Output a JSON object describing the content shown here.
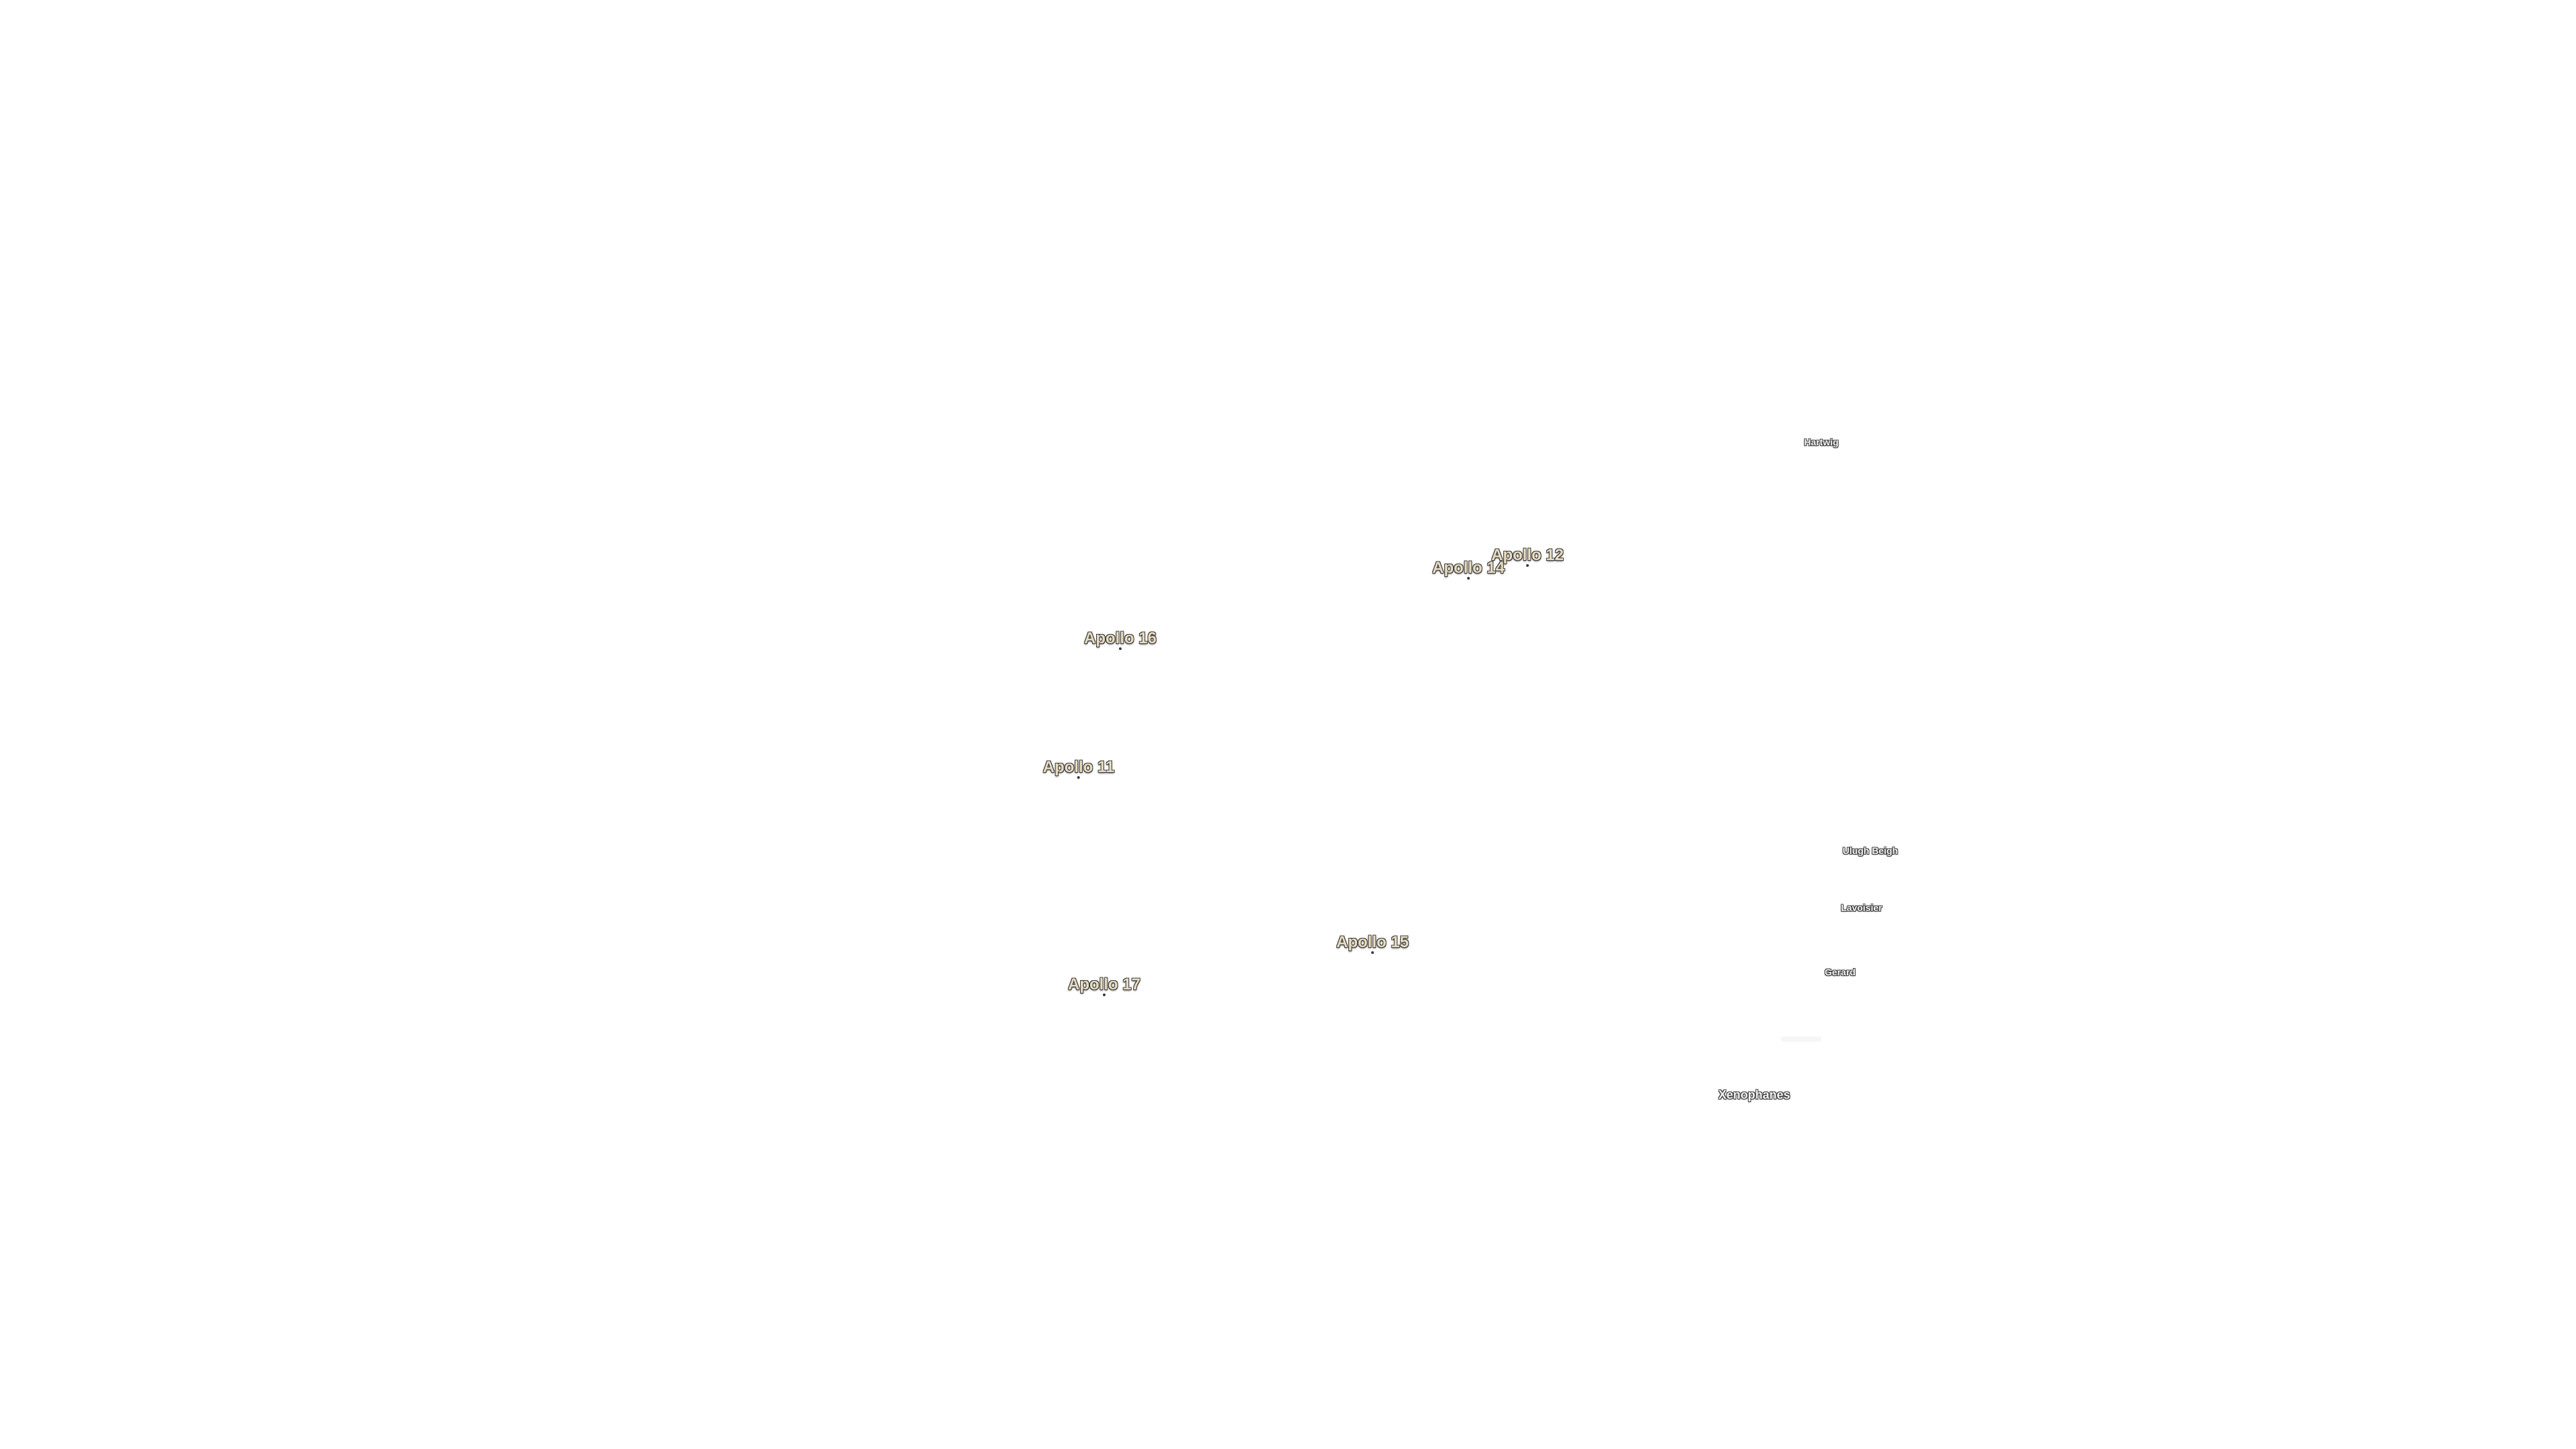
{
  "map": {
    "background_color": "#ffffff",
    "apollo_label_color": "#e8dcc0",
    "crater_label_color": "#f4f4f4",
    "outline_color": "#3a3a3a",
    "landing_sites": [
      {
        "name": "Apollo 12"
      },
      {
        "name": "Apollo 14"
      },
      {
        "name": "Apollo 16"
      },
      {
        "name": "Apollo 11"
      },
      {
        "name": "Apollo 15"
      },
      {
        "name": "Apollo 17"
      }
    ],
    "craters": [
      {
        "name": "Hartwig"
      },
      {
        "name": "Ulugh Beigh"
      },
      {
        "name": "Lavoisier"
      },
      {
        "name": "Gerard"
      },
      {
        "name": "Xenophanes"
      }
    ]
  }
}
